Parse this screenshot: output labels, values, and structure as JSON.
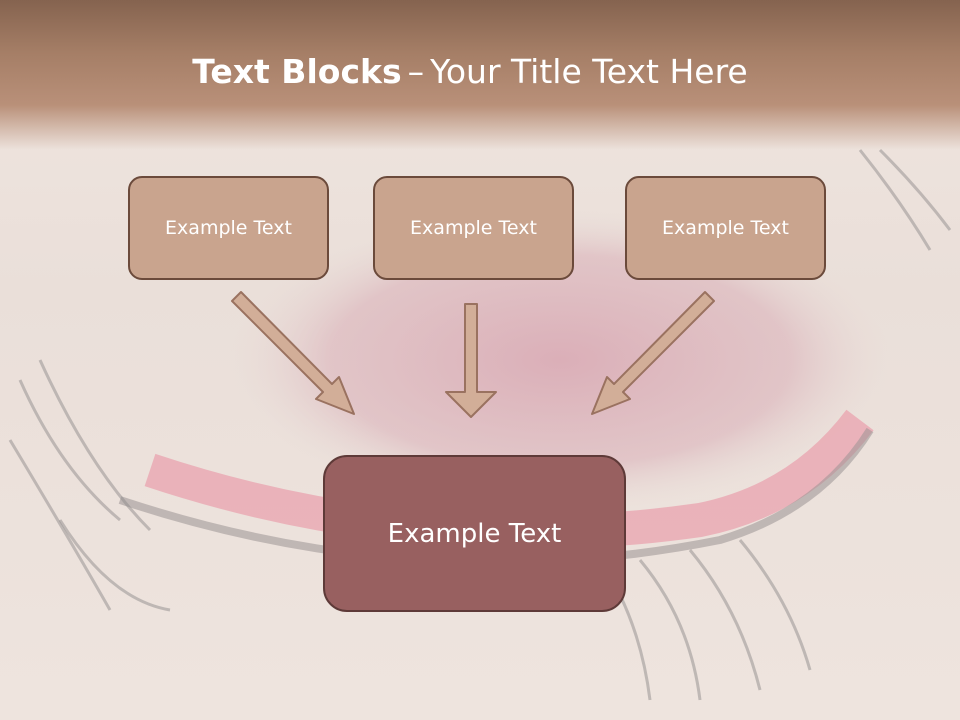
{
  "title": {
    "bold_text": "Text Blocks",
    "separator": "–",
    "rest_text": "Your Title Text Here"
  },
  "blocks": [
    {
      "label": "Example Text"
    },
    {
      "label": "Example Text"
    },
    {
      "label": "Example Text"
    }
  ],
  "main_block": {
    "label": "Example Text"
  },
  "colors": {
    "title_band": "#a57e66",
    "small_block_fill": "#c9a48e",
    "small_block_border": "#6b4a3b",
    "main_block_fill": "#986060",
    "arrow_fill": "#d2ae98",
    "arrow_stroke": "#9a7260"
  }
}
